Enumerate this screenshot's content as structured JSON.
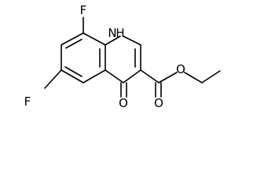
{
  "structure": {
    "atoms": {
      "fluorine_top": "F",
      "fluorine_left": "F",
      "nh": "N",
      "nh_h": "H",
      "ketone_o": "O",
      "ester_carbonyl_o": "O",
      "ester_o": "O"
    },
    "colors": {
      "bond": "#000000",
      "label": "#000000",
      "background": "#ffffff"
    }
  }
}
